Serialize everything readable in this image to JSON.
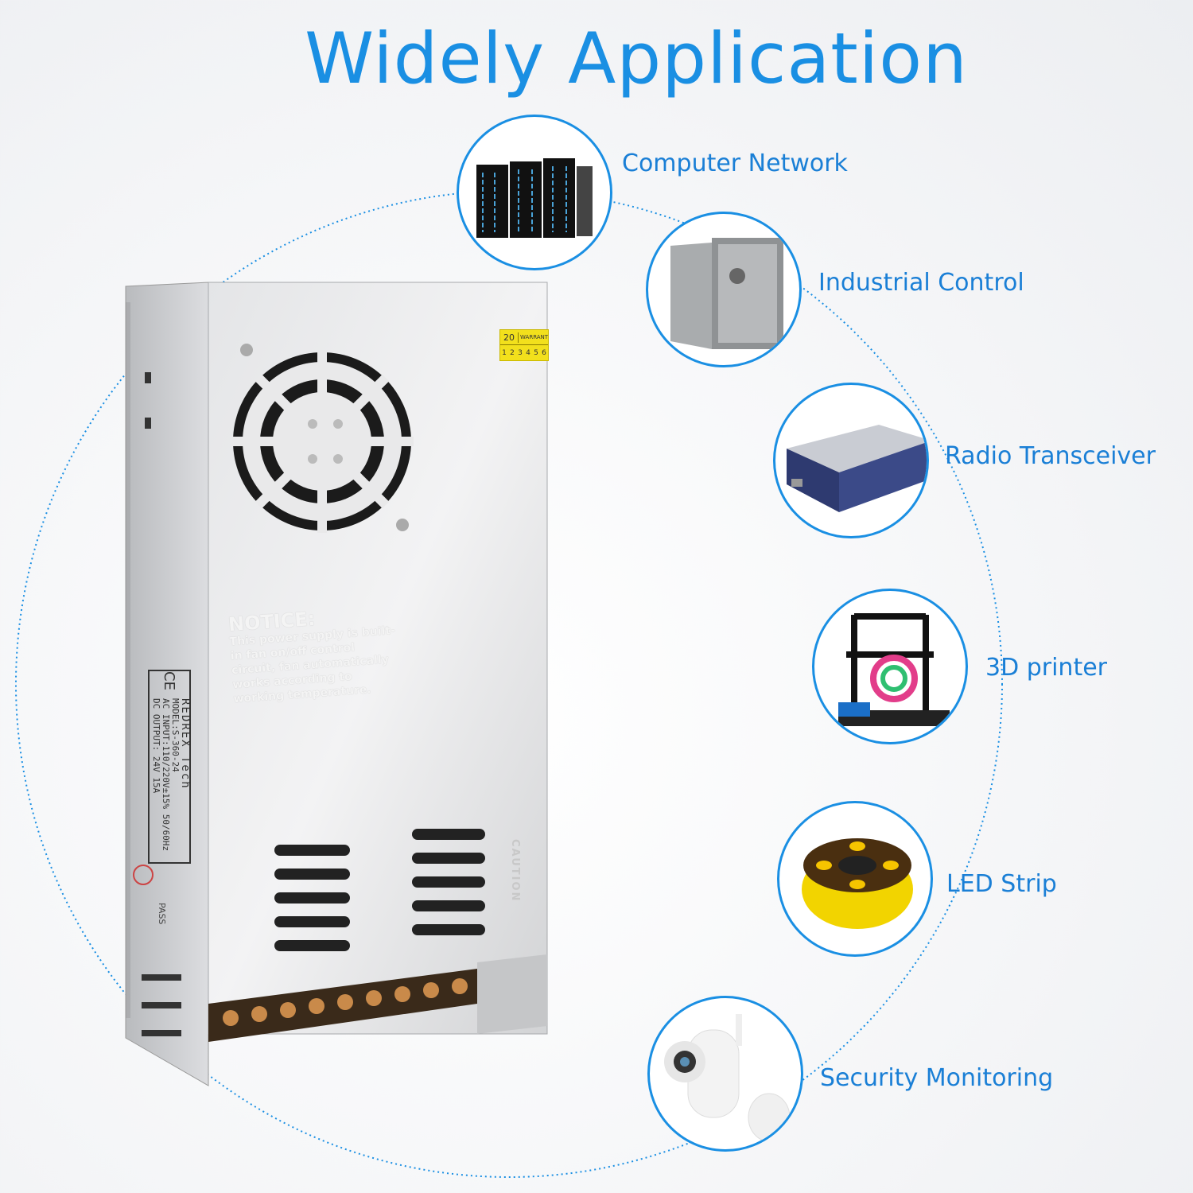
{
  "title": "Widely Application",
  "applications": [
    {
      "label": "Computer Network",
      "icon": "server-rack-icon"
    },
    {
      "label": "Industrial Control",
      "icon": "control-cabinet-icon"
    },
    {
      "label": "Radio Transceiver",
      "icon": "radio-transceiver-icon"
    },
    {
      "label": "3D printer",
      "icon": "3d-printer-icon"
    },
    {
      "label": "LED Strip",
      "icon": "led-strip-reel-icon"
    },
    {
      "label": "Security Monitoring",
      "icon": "security-camera-icon"
    }
  ],
  "product": {
    "notice_heading": "NOTICE:",
    "notice_body": "This power supply is built-in fan on/off control circuit, fan automatically works according to working temperature.",
    "nameplate": {
      "brand": "REDREX Tech",
      "model": "MODEL:S-360-24",
      "ac_input": "AC INPUT:110/220V±15% 50/60Hz",
      "dc_output": "DC OUTPUT: 24V 15A",
      "cert": "CE"
    },
    "qc_stamp": "PASS",
    "warranty_sticker": {
      "year": "20",
      "label": "WARRANTY",
      "months": [
        "1",
        "2",
        "3",
        "4",
        "5",
        "6"
      ]
    },
    "caution": "CAUTION"
  },
  "colors": {
    "accent": "#1a8fe3",
    "label": "#1a7fd6"
  }
}
